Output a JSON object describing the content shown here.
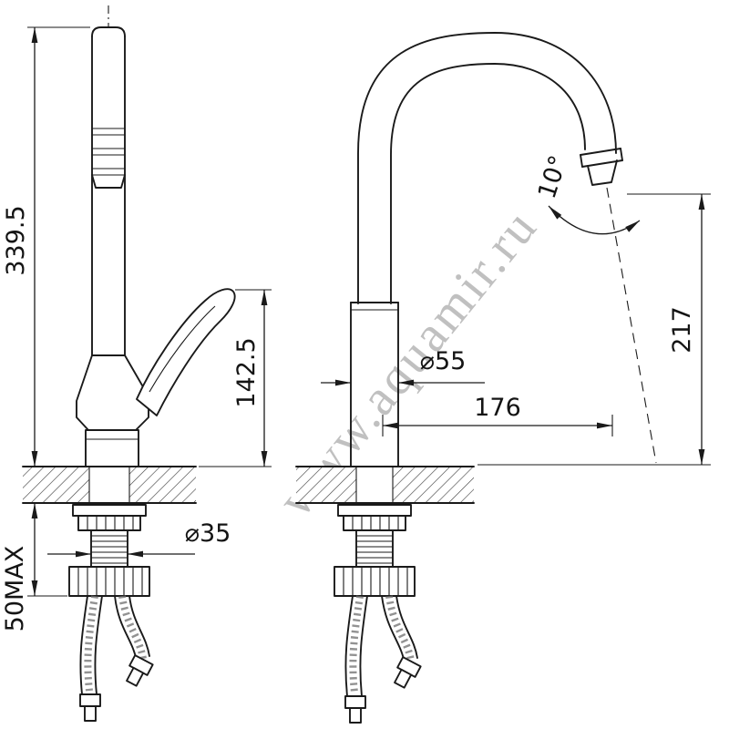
{
  "drawing": {
    "watermark": "www.aquamir.ru",
    "dims": {
      "total_height": "339.5",
      "handle_height": "142.5",
      "mount_thickness": "50MAX",
      "hole_diameter": "⌀35",
      "body_diameter": "⌀55",
      "spout_reach": "176",
      "outlet_height": "217",
      "outlet_angle": "10°"
    }
  }
}
